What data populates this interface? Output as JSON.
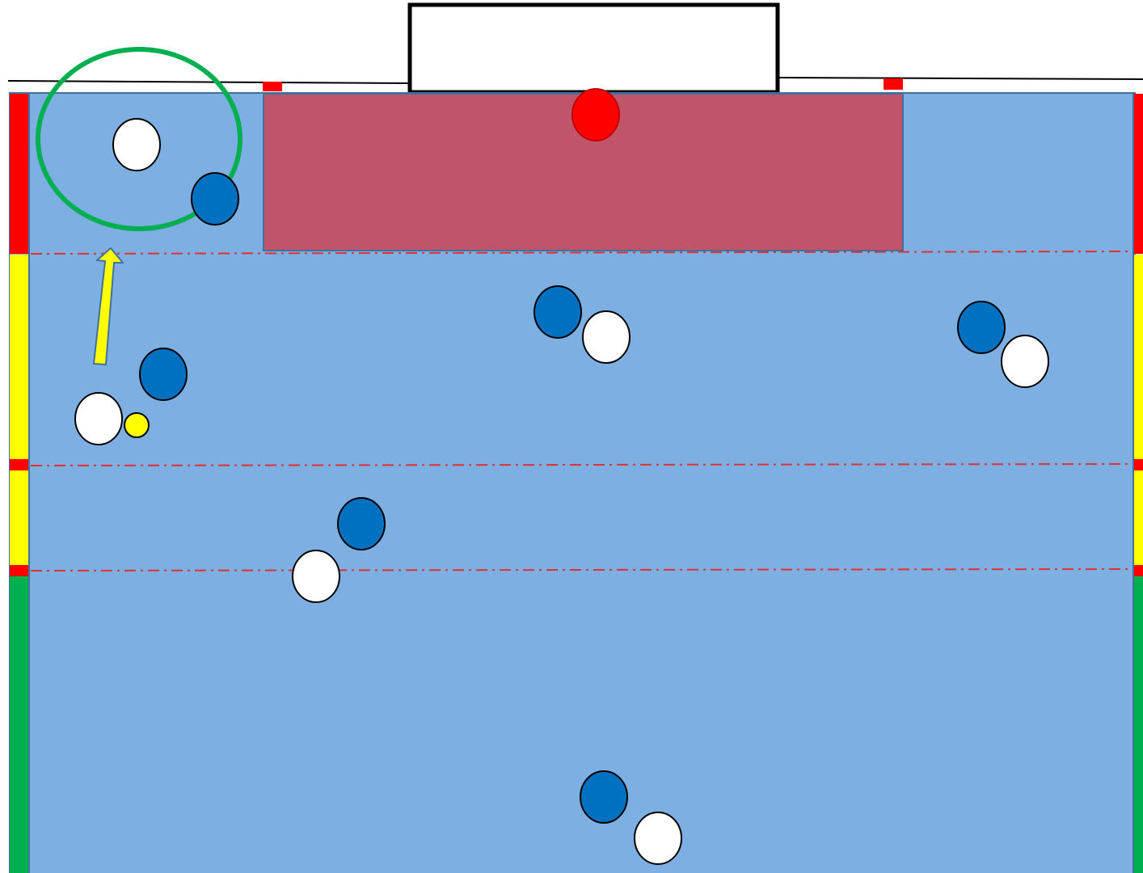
{
  "diagram": {
    "colors": {
      "background": "#ffffff",
      "pool_water": "#7eafe3",
      "pool_border": "#41719c",
      "goal_area": "#c0546a",
      "goal_frame": "#000000",
      "zone_line": "#e03030",
      "marker_red": "#ff0000",
      "marker_yellow": "#ffff00",
      "marker_green": "#00b050",
      "team_blue": "#0070c0",
      "team_white": "#ffffff",
      "goalkeeper": "#ff0000",
      "ball": "#ffff00",
      "highlight_circle": "#00b050",
      "arrow": "#ffff00"
    },
    "sideline_zones": [
      {
        "name": "red-2m-zone",
        "color": "red"
      },
      {
        "name": "yellow-5m-zone",
        "color": "yellow"
      },
      {
        "name": "yellow-6m-zone",
        "color": "yellow"
      },
      {
        "name": "green-zone",
        "color": "green"
      }
    ],
    "players": [
      {
        "team": "white",
        "role": "attacker-in-circle"
      },
      {
        "team": "blue",
        "role": "defender-in-circle"
      },
      {
        "team": "blue",
        "role": "defender"
      },
      {
        "team": "white",
        "role": "attacker-with-ball"
      },
      {
        "team": "blue",
        "role": "defender"
      },
      {
        "team": "white",
        "role": "attacker"
      },
      {
        "team": "blue",
        "role": "defender"
      },
      {
        "team": "white",
        "role": "attacker"
      },
      {
        "team": "blue",
        "role": "defender"
      },
      {
        "team": "white",
        "role": "attacker"
      },
      {
        "team": "blue",
        "role": "defender"
      },
      {
        "team": "white",
        "role": "attacker"
      }
    ],
    "goalkeeper": {
      "team": "red"
    },
    "ball": {
      "color": "yellow"
    },
    "arrow": {
      "direction": "up",
      "icon": "yellow-arrow-icon"
    },
    "highlight": {
      "shape": "ellipse",
      "color": "green"
    }
  }
}
